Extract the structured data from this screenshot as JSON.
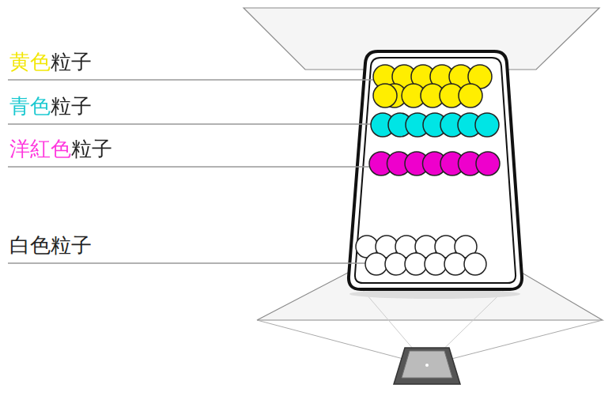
{
  "diagram": {
    "labels": [
      "黄色粒子",
      "青色粒子",
      "洋紅色粒子",
      "白色粒子"
    ]
  }
}
